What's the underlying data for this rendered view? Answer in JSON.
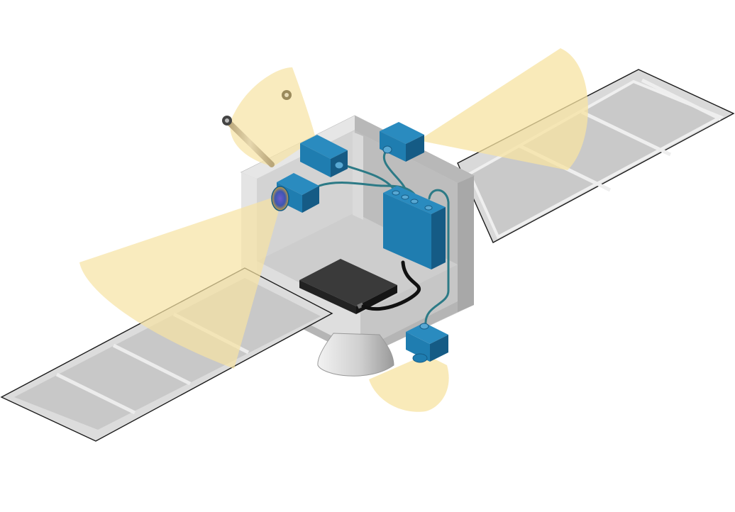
{
  "diagram": {
    "components": [
      {
        "id": "solar-panel-left",
        "kind": "solar panel"
      },
      {
        "id": "solar-panel-right",
        "kind": "solar panel"
      },
      {
        "id": "satellite-bus",
        "kind": "cutaway body"
      },
      {
        "id": "antenna-left",
        "kind": "antenna"
      },
      {
        "id": "antenna-right",
        "kind": "antenna"
      },
      {
        "id": "camera-1",
        "kind": "camera"
      },
      {
        "id": "camera-2",
        "kind": "camera"
      },
      {
        "id": "camera-3",
        "kind": "camera"
      },
      {
        "id": "camera-4",
        "kind": "camera"
      },
      {
        "id": "control-unit",
        "kind": "junction box"
      },
      {
        "id": "processor-box",
        "kind": "black box"
      },
      {
        "id": "thruster-nozzle",
        "kind": "nozzle"
      }
    ],
    "colors": {
      "fov": "#f7e3a2",
      "panel": "#d8d8d8",
      "panel_edge": "#1a1a1a",
      "body_light": "#dcdcdc",
      "body_mid": "#c4c4c4",
      "body_dark": "#a9a9a9",
      "camera": "#1f7db0",
      "camera_dark": "#155b85",
      "cable": "#2c7a86",
      "black_box": "#2e2e2e"
    }
  }
}
